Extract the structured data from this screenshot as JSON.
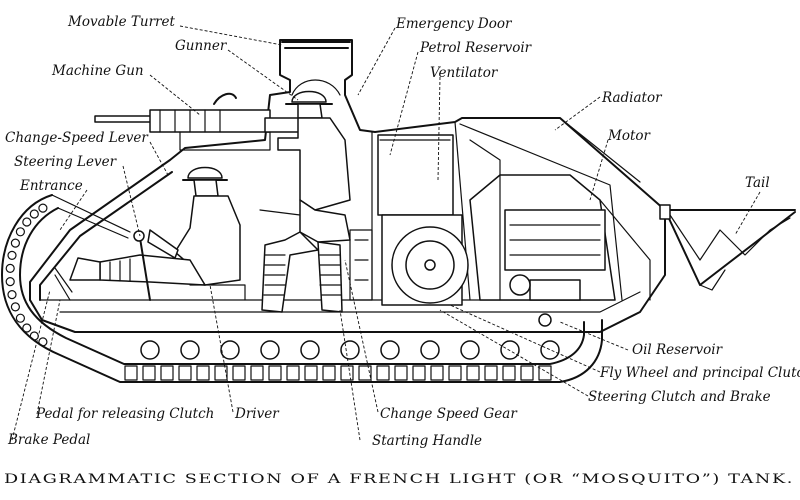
{
  "caption": "DIAGRAMMATIC SECTION OF A FRENCH LIGHT (OR “MOSQUITO”) TANK.",
  "labels": {
    "movable_turret": "Movable Turret",
    "gunner": "Gunner",
    "machine_gun": "Machine Gun",
    "change_speed_lever": "Change-Speed Lever",
    "steering_lever": "Steering Lever",
    "entrance": "Entrance",
    "emergency_door": "Emergency Door",
    "petrol_reservoir": "Petrol Reservoir",
    "ventilator": "Ventilator",
    "radiator": "Radiator",
    "motor": "Motor",
    "tail": "Tail",
    "oil_reservoir": "Oil Reservoir",
    "fly_wheel": "Fly Wheel and principal Clutch",
    "steering_clutch": "Steering Clutch and Brake",
    "change_speed_gear": "Change Speed Gear",
    "starting_handle": "Starting Handle",
    "driver": "Driver",
    "pedal_clutch": "Pedal for releasing Clutch",
    "brake_pedal": "Brake Pedal"
  }
}
